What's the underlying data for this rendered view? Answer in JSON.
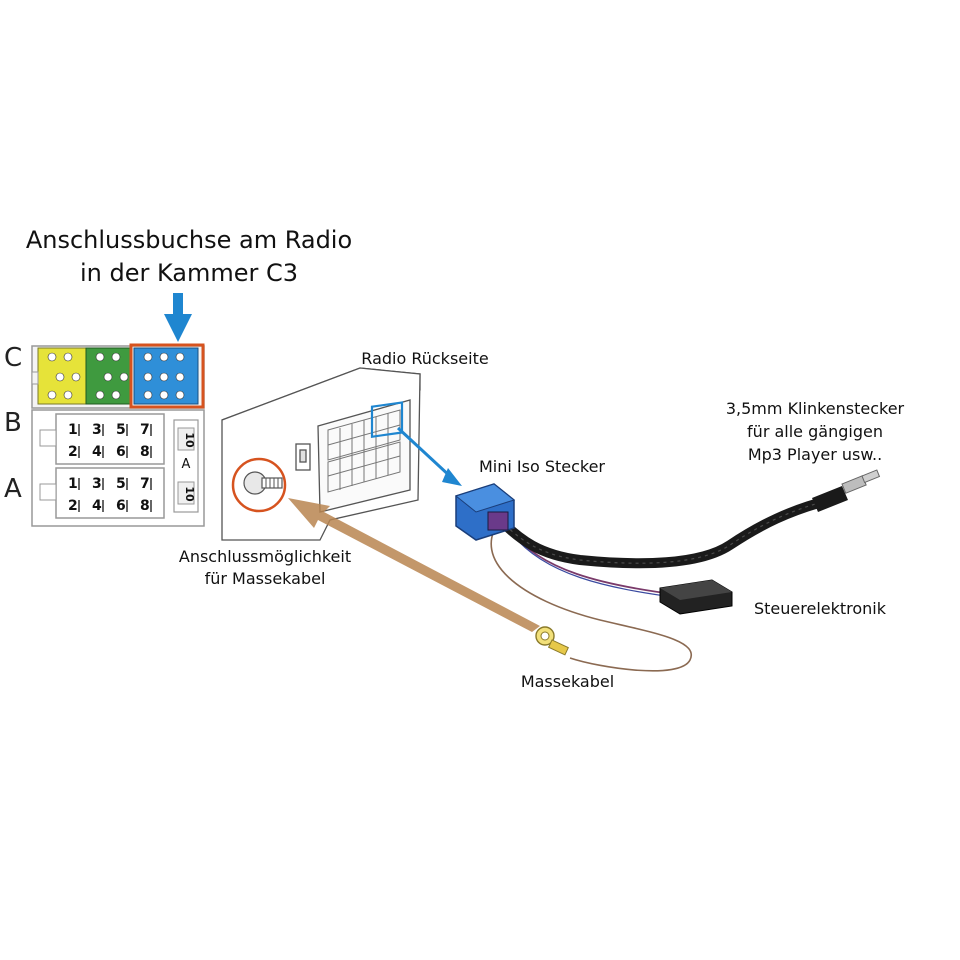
{
  "labels": {
    "title_line1": "Anschlussbuchse am Radio",
    "title_line2": "in der Kammer C3",
    "radio_back": "Radio Rückseite",
    "klinke_line1": "3,5mm Klinkenstecker",
    "klinke_line2": "für alle gängigen",
    "klinke_line3": "Mp3 Player usw..",
    "mini_iso": "Mini Iso Stecker",
    "ground_option_line1": "Anschlussmöglichkeit",
    "ground_option_line2": "für Massekabel",
    "control_unit": "Steuerelektronik",
    "ground_cable": "Massekabel"
  },
  "connector": {
    "row_c": "C",
    "row_b": "B",
    "row_a": "A",
    "block_b_pins_top": [
      "1",
      "3",
      "5",
      "7"
    ],
    "block_b_pins_bottom": [
      "2",
      "4",
      "6",
      "8"
    ],
    "block_a_pins_top": [
      "1",
      "3",
      "5",
      "7"
    ],
    "block_a_pins_bottom": [
      "2",
      "4",
      "6",
      "8"
    ],
    "side_label_top": "10",
    "side_label_mid": "A",
    "side_label_bottom": "10"
  },
  "colors": {
    "c1_yellow": "#e6e339",
    "c2_green": "#3f9a3f",
    "c3_blue": "#2f8fd8",
    "highlight_orange": "#d6531f",
    "arrow_blue": "#1f86d0",
    "mini_iso_blue": "#2e6fc8",
    "cable_black": "#1a1a1a",
    "ground_brown": "#8b6a52"
  }
}
